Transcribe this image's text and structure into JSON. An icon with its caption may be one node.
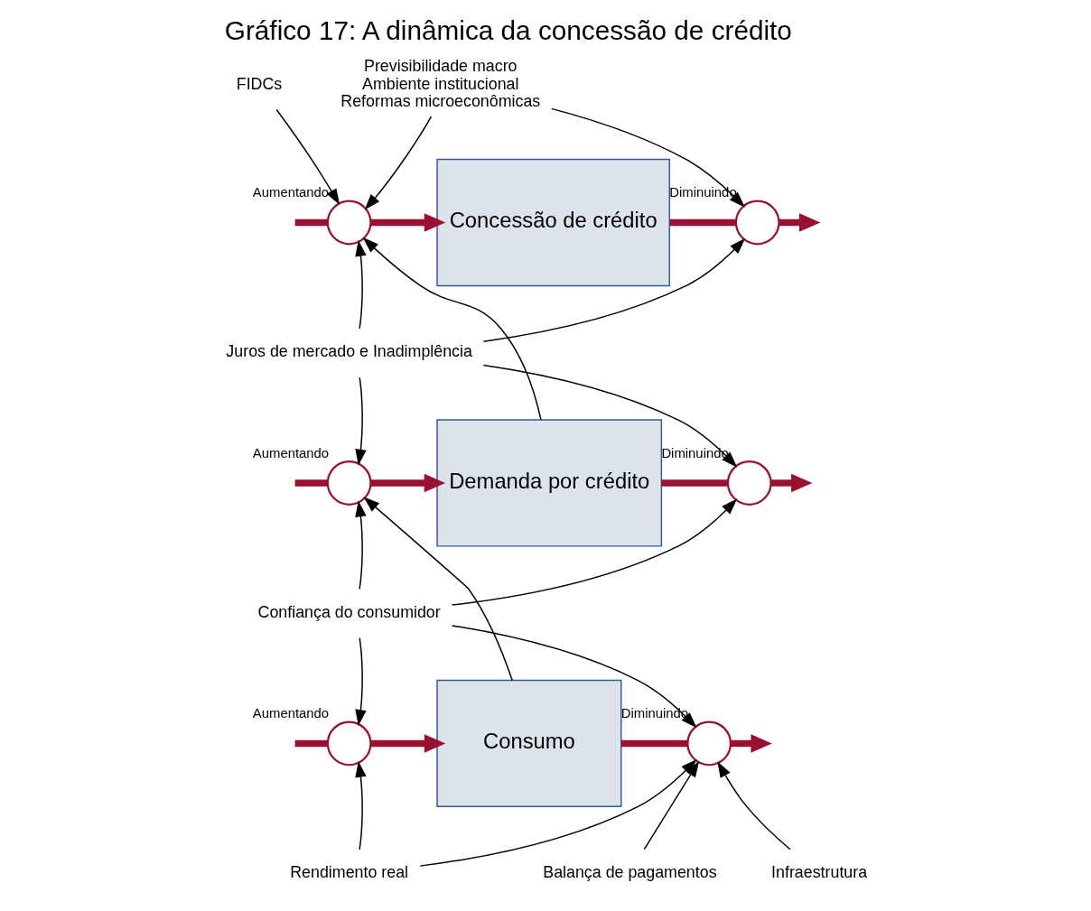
{
  "diagram": {
    "title": "Gráfico 17: A dinâmica da concessão de crédito",
    "nodes": [
      {
        "text": [
          "Previsibilidade macro",
          "Ambiente institucional",
          "Reformas microeconômicas"
        ]
      },
      {
        "text": [
          "FIDCs"
        ]
      },
      {
        "text": [],
        "shape": "circle",
        "beside": [
          "Aumentando"
        ]
      },
      {
        "text": [
          "Concessão de crédito"
        ]
      },
      {
        "text": [],
        "shape": "circle",
        "beside": [
          "Diminuindo"
        ]
      },
      {
        "text": [
          "Juros de mercado e Inadimplência"
        ]
      },
      {
        "text": [],
        "shape": "circle",
        "beside": [
          "Aumentando"
        ]
      },
      {
        "text": [
          "Demanda por crédito"
        ]
      },
      {
        "text": [],
        "shape": "circle",
        "beside": [
          "Diminuindo"
        ]
      },
      {
        "text": [
          "Confiança do consumidor"
        ]
      },
      {
        "text": [],
        "shape": "circle",
        "beside": [
          "Aumentando"
        ]
      },
      {
        "text": [
          "Consumo"
        ]
      },
      {
        "text": [],
        "shape": "circle",
        "beside": [
          "Diminuindo"
        ]
      },
      {
        "text": [
          "Rendimento real"
        ]
      },
      {
        "text": [
          "Balança de pagamentos"
        ]
      },
      {
        "text": [
          "Infraestrutura"
        ]
      }
    ],
    "edges": [
      {
        "from": null,
        "to": 2,
        "arrow": "none",
        "style": "thick",
        "color": "#9b1030"
      },
      {
        "from": 2,
        "to": 3,
        "arrow": "to",
        "style": "thick",
        "color": "#9b1030"
      },
      {
        "from": 3,
        "to": 4,
        "arrow": "none",
        "style": "thick",
        "color": "#9b1030"
      },
      {
        "from": 4,
        "to": null,
        "arrow": "to",
        "style": "thick",
        "color": "#9b1030"
      },
      {
        "from": null,
        "to": 6,
        "arrow": "none",
        "style": "thick",
        "color": "#9b1030"
      },
      {
        "from": 6,
        "to": 7,
        "arrow": "to",
        "style": "thick",
        "color": "#9b1030"
      },
      {
        "from": 7,
        "to": 8,
        "arrow": "none",
        "style": "thick",
        "color": "#9b1030"
      },
      {
        "from": 8,
        "to": null,
        "arrow": "to",
        "style": "thick",
        "color": "#9b1030"
      },
      {
        "from": null,
        "to": 10,
        "arrow": "none",
        "style": "thick",
        "color": "#9b1030"
      },
      {
        "from": 10,
        "to": 11,
        "arrow": "to",
        "style": "thick",
        "color": "#9b1030"
      },
      {
        "from": 11,
        "to": 12,
        "arrow": "none",
        "style": "thick",
        "color": "#9b1030"
      },
      {
        "from": 12,
        "to": null,
        "arrow": "to",
        "style": "thick",
        "color": "#9b1030"
      },
      {
        "from": 1,
        "to": 2,
        "arrow": "to"
      },
      {
        "from": 0,
        "to": 2,
        "arrow": "to"
      },
      {
        "from": 0,
        "to": 4,
        "arrow": "to"
      },
      {
        "from": 5,
        "to": 2,
        "arrow": "to"
      },
      {
        "from": 5,
        "to": 4,
        "arrow": "to"
      },
      {
        "from": 5,
        "to": 6,
        "arrow": "to"
      },
      {
        "from": 5,
        "to": 8,
        "arrow": "to"
      },
      {
        "from": 7,
        "to": 2,
        "arrow": "to"
      },
      {
        "from": 9,
        "to": 6,
        "arrow": "to"
      },
      {
        "from": 9,
        "to": 8,
        "arrow": "to"
      },
      {
        "from": 9,
        "to": 10,
        "arrow": "to"
      },
      {
        "from": 9,
        "to": 12,
        "arrow": "to"
      },
      {
        "from": 11,
        "to": 6,
        "arrow": "to"
      },
      {
        "from": 13,
        "to": 10,
        "arrow": "to"
      },
      {
        "from": 13,
        "to": 12,
        "arrow": "to"
      },
      {
        "from": 14,
        "to": 12,
        "arrow": "to"
      },
      {
        "from": 15,
        "to": 12,
        "arrow": "to"
      }
    ]
  }
}
